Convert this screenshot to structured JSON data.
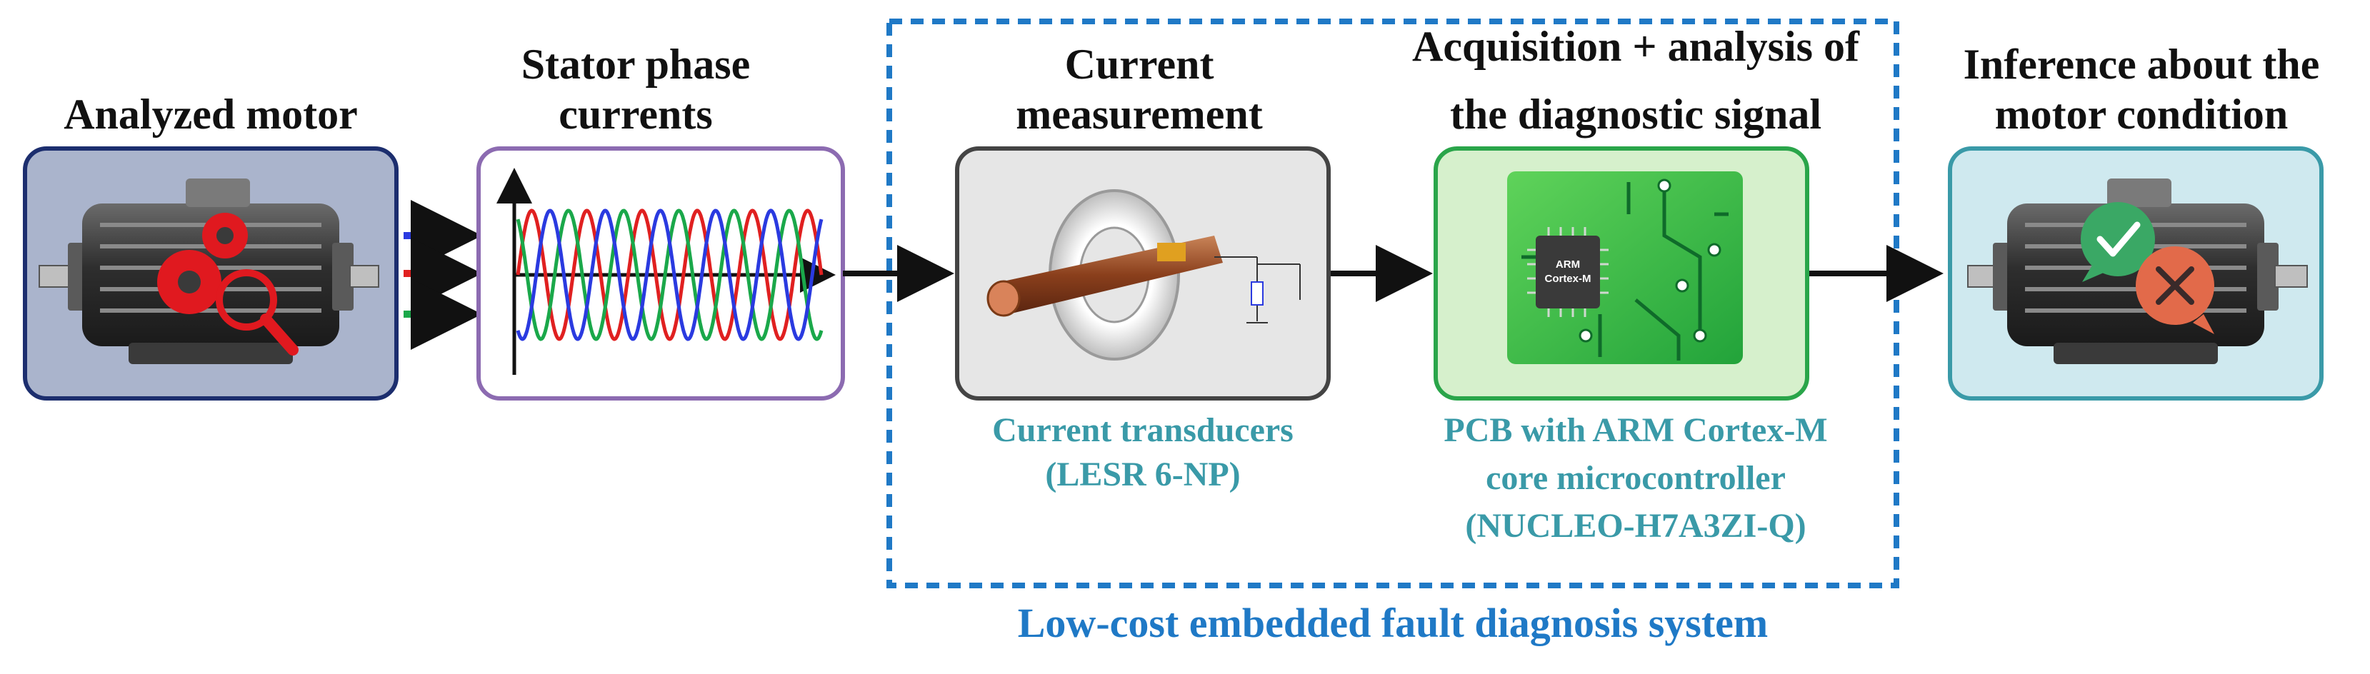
{
  "stages": {
    "motor": {
      "title": "Analyzed motor"
    },
    "currents": {
      "title_line1": "Stator phase",
      "title_line2": "currents"
    },
    "measurement": {
      "title_line1": "Current",
      "title_line2": "measurement",
      "caption_line1": "Current transducers",
      "caption_line2": "(LESR 6-NP)"
    },
    "acquisition": {
      "title_line1": "Acquisition + analysis of",
      "title_line2": "the diagnostic signal",
      "caption_line1": "PCB with ARM Cortex-M",
      "caption_line2": "core microcontroller",
      "caption_line3": "(NUCLEO-H7A3ZI-Q)",
      "chip_line1": "ARM",
      "chip_line2": "Cortex-M"
    },
    "inference": {
      "title_line1": "Inference about the",
      "title_line2": "motor condition"
    }
  },
  "system": {
    "label": "Low-cost embedded fault diagnosis system"
  },
  "colors": {
    "motor_box": "#aab4cc",
    "currents_border": "#8c6bb1",
    "measurement_box": "#e6e6e6",
    "acquisition_box": "#d6f0cc",
    "inference_box": "#cfe9ef",
    "system_dash": "#1f79c6",
    "caption": "#3a9aa8",
    "phase_red": "#e02020",
    "phase_green": "#1aa84a",
    "phase_blue": "#2a3ae0"
  },
  "icons": {
    "motor": "electric-motor-icon",
    "gears": "gears-magnifier-icon",
    "sensor": "current-transducer-icon",
    "pcb": "pcb-microcontroller-icon",
    "ok": "check-bubble-icon",
    "fault": "cross-bubble-icon"
  }
}
